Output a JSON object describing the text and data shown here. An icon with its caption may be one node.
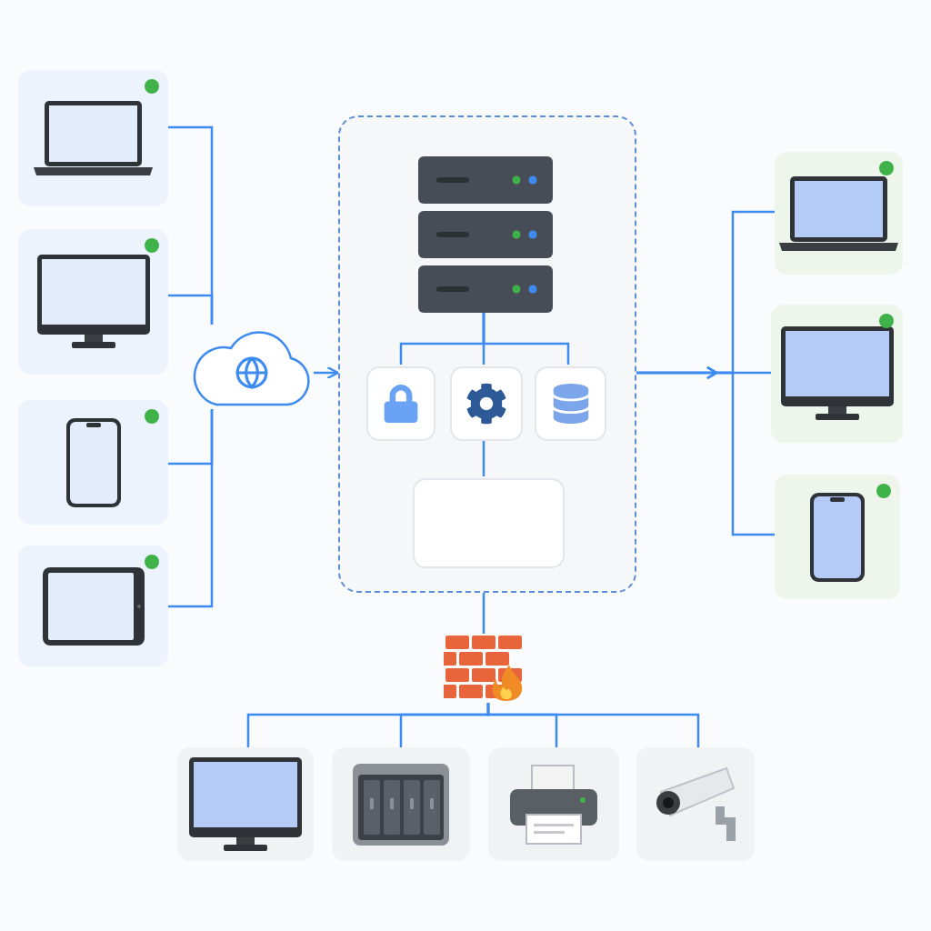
{
  "diagram": {
    "nodes": [
      {
        "text": [],
        "shape": "box"
      },
      {
        "text": [],
        "shape": "box"
      },
      {
        "text": [],
        "shape": "box"
      },
      {
        "text": [],
        "shape": "box"
      },
      {
        "text": [],
        "shape": "cloud"
      },
      {
        "text": [],
        "shape": "box"
      },
      {
        "text": [],
        "shape": "picture",
        "in": 5
      },
      {
        "text": [],
        "shape": "box",
        "in": 5
      },
      {
        "text": [],
        "shape": "box",
        "in": 5
      },
      {
        "text": [],
        "shape": "box",
        "in": 5
      },
      {
        "text": [],
        "shape": "box",
        "in": 5
      },
      {
        "text": [],
        "shape": "box"
      },
      {
        "text": [],
        "shape": "box"
      },
      {
        "text": [],
        "shape": "box"
      },
      {
        "text": [],
        "shape": "picture"
      },
      {
        "text": [],
        "shape": "box"
      },
      {
        "text": [],
        "shape": "box"
      },
      {
        "text": [],
        "shape": "box"
      },
      {
        "text": [],
        "shape": "box"
      }
    ],
    "edges": [
      {
        "from": 0,
        "to": 4,
        "arrow": "none"
      },
      {
        "from": 1,
        "to": 4,
        "arrow": "none"
      },
      {
        "from": 2,
        "to": 4,
        "arrow": "none"
      },
      {
        "from": 3,
        "to": 4,
        "arrow": "none"
      },
      {
        "from": 4,
        "to": 5,
        "arrow": "to"
      },
      {
        "from": 6,
        "to": 7,
        "arrow": "none"
      },
      {
        "from": 6,
        "to": 8,
        "arrow": "none"
      },
      {
        "from": 6,
        "to": 9,
        "arrow": "none"
      },
      {
        "from": 8,
        "to": 10,
        "arrow": "none"
      },
      {
        "from": 5,
        "to": 11,
        "arrow": "to"
      },
      {
        "from": 5,
        "to": 12,
        "arrow": "to"
      },
      {
        "from": 5,
        "to": 13,
        "arrow": "to"
      },
      {
        "from": 5,
        "to": 14,
        "arrow": "none"
      },
      {
        "from": 14,
        "to": 15,
        "arrow": "none"
      },
      {
        "from": 14,
        "to": 16,
        "arrow": "none"
      },
      {
        "from": 14,
        "to": 17,
        "arrow": "none"
      },
      {
        "from": 14,
        "to": 18,
        "arrow": "none"
      }
    ]
  }
}
